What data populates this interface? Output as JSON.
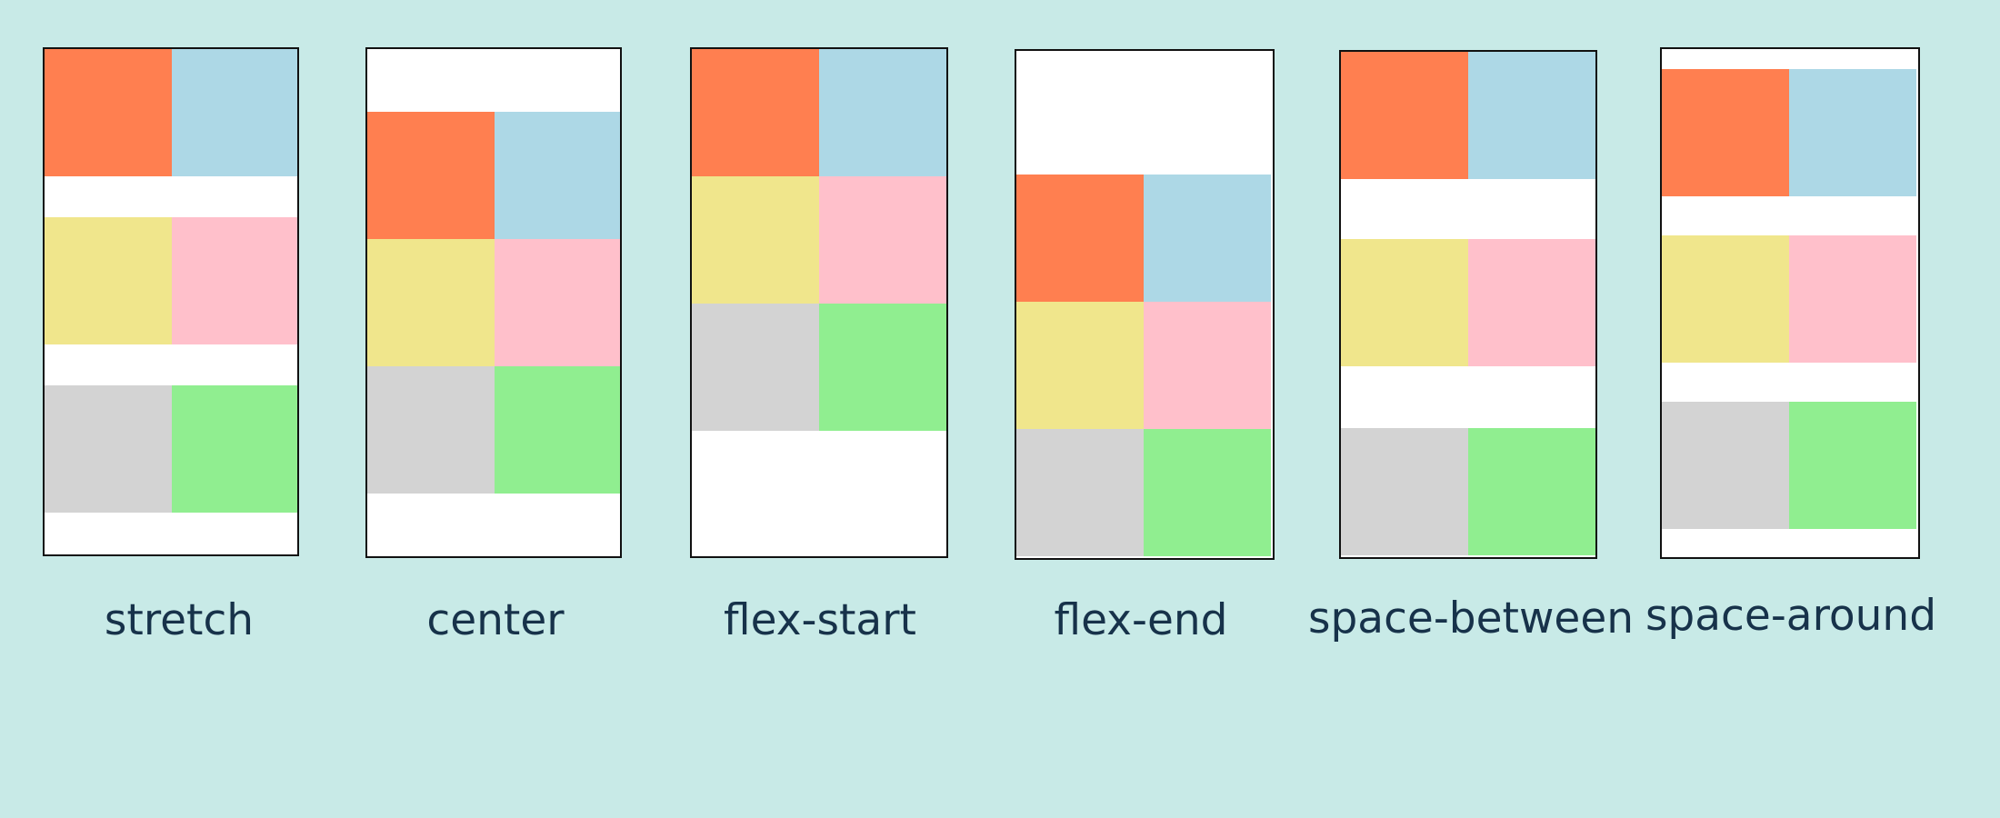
{
  "colors": {
    "background": "#c8eae7",
    "container_fill": "#ffffff",
    "container_border": "#111111",
    "label_text": "#17324a",
    "item_colors": [
      "#ff7f50",
      "#add8e6",
      "#f0e68c",
      "#ffc0cb",
      "#d3d3d3",
      "#90ee90"
    ],
    "item_color_names": [
      "coral",
      "lightblue",
      "khaki",
      "pink",
      "lightgray",
      "lightgreen"
    ]
  },
  "panels": [
    {
      "label": "stretch"
    },
    {
      "label": "center"
    },
    {
      "label": "flex-start"
    },
    {
      "label": "flex-end"
    },
    {
      "label": "space-between"
    },
    {
      "label": "space-around"
    }
  ]
}
